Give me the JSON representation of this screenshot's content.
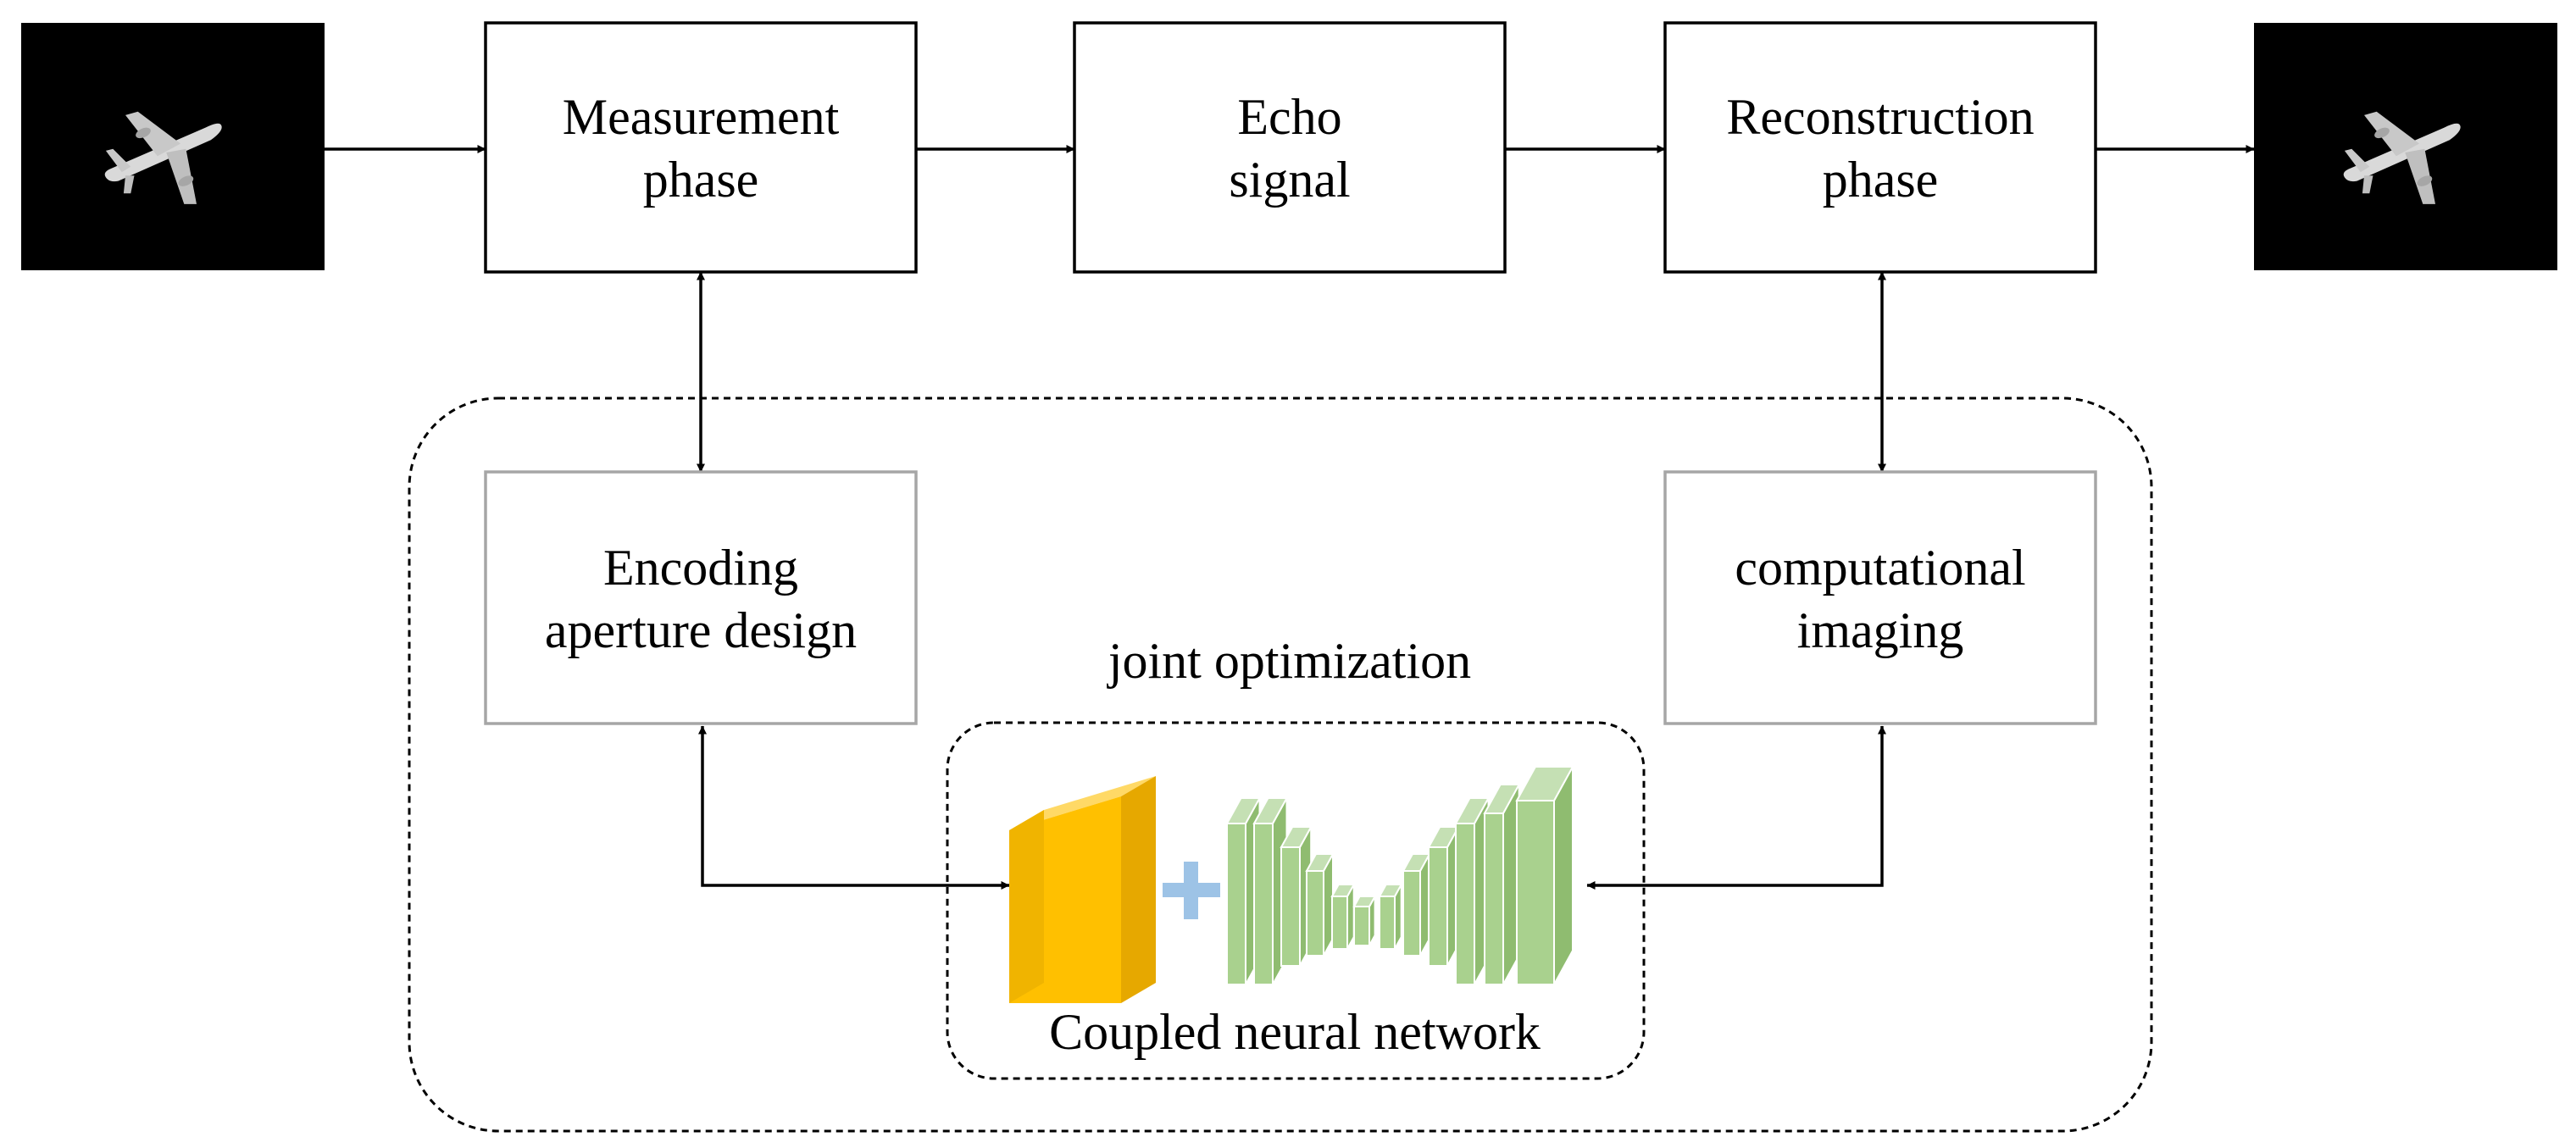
{
  "nodes": {
    "measurement": {
      "line1": "Measurement",
      "line2": "phase"
    },
    "echo": {
      "line1": "Echo",
      "line2": "signal"
    },
    "reconstruction": {
      "line1": "Reconstruction",
      "line2": "phase"
    },
    "encoding": {
      "line1": "Encoding",
      "line2": "aperture design"
    },
    "computational": {
      "line1": "computational",
      "line2": "imaging"
    }
  },
  "labels": {
    "joint_optimization": "joint optimization",
    "coupled_network": "Coupled neural network"
  },
  "colors": {
    "image_background": "#000000",
    "airplane": "#d9d9d9",
    "encoder_block": "#ffc000",
    "plus_sign": "#9dc3e6",
    "network_layers": "#a9d18e"
  },
  "icons": [
    "airplane-input-image",
    "airplane-output-image",
    "plus-icon"
  ]
}
